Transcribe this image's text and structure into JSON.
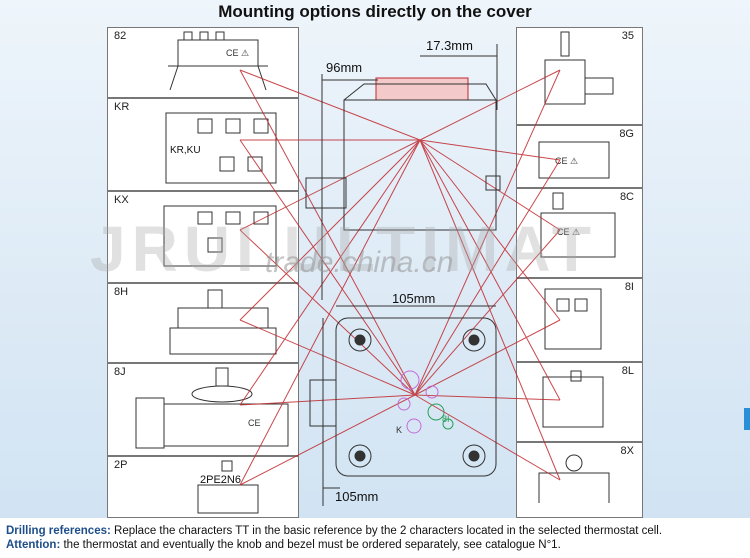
{
  "title": "Mounting options directly on the cover",
  "left_cells": [
    "82",
    "KR",
    "KX",
    "8H",
    "8J",
    "2P"
  ],
  "right_cells": [
    "35",
    "8G",
    "8C",
    "8I",
    "8L",
    "8X"
  ],
  "part_texts": {
    "kr_ku": "KR,KU",
    "p2n6": "2PE2N6"
  },
  "dimensions": {
    "top_width": "96mm",
    "top_small": "17.3mm",
    "bottom_top": "105mm",
    "bottom_side": "105mm"
  },
  "hole_labels": {
    "k": "K",
    "i8": "8I"
  },
  "watermark": {
    "big": "JRUI ULTIMAT",
    "small": "trade.china.cn"
  },
  "notes": {
    "drilling_label": "Drilling references:",
    "drilling_text": " Replace the characters TT in the basic reference by the 2 characters located in the selected thermostat cell.",
    "attention_label": "Attention:",
    "attention_text": " the thermostat and eventually the knob and bezel must be ordered separately, see catalogue N°1."
  }
}
